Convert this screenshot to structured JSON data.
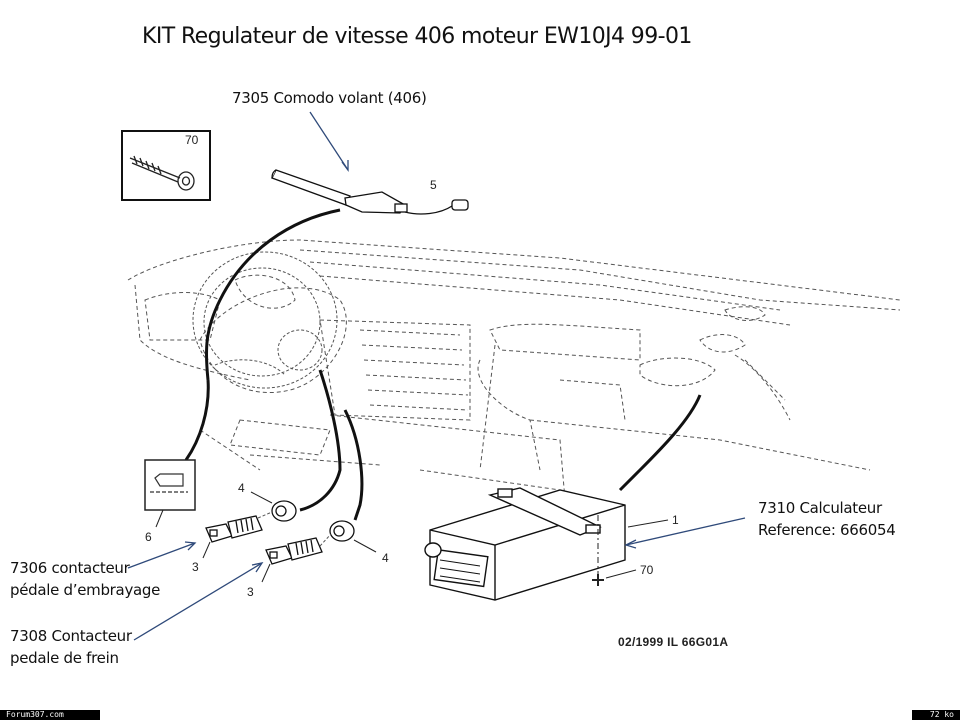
{
  "title": "KIT Regulateur de vitesse 406 moteur EW10J4 99-01",
  "labels": {
    "comodo": "7305 Comodo volant (406)",
    "calculateur_line1": "7310 Calculateur",
    "calculateur_line2": "Reference:  666054",
    "embrayage_line1": "7306 contacteur",
    "embrayage_line2": "pédale d’embrayage",
    "frein_line1": "7308 Contacteur",
    "frein_line2": "pedale de frein"
  },
  "callouts": {
    "screw_box": "70",
    "comodo_part": "5",
    "ecu_part": "1",
    "ecu_screw": "70",
    "grommet_top": "4",
    "grommet_right": "4",
    "switch_left": "3",
    "switch_right": "3",
    "symbol_box": "6"
  },
  "reference_code": "02/1999   IL 66G01A",
  "footer": {
    "source": "Forum307.com",
    "size": "72 ko"
  },
  "colors": {
    "arrow": "#2f4a7a",
    "line": "#111111"
  }
}
